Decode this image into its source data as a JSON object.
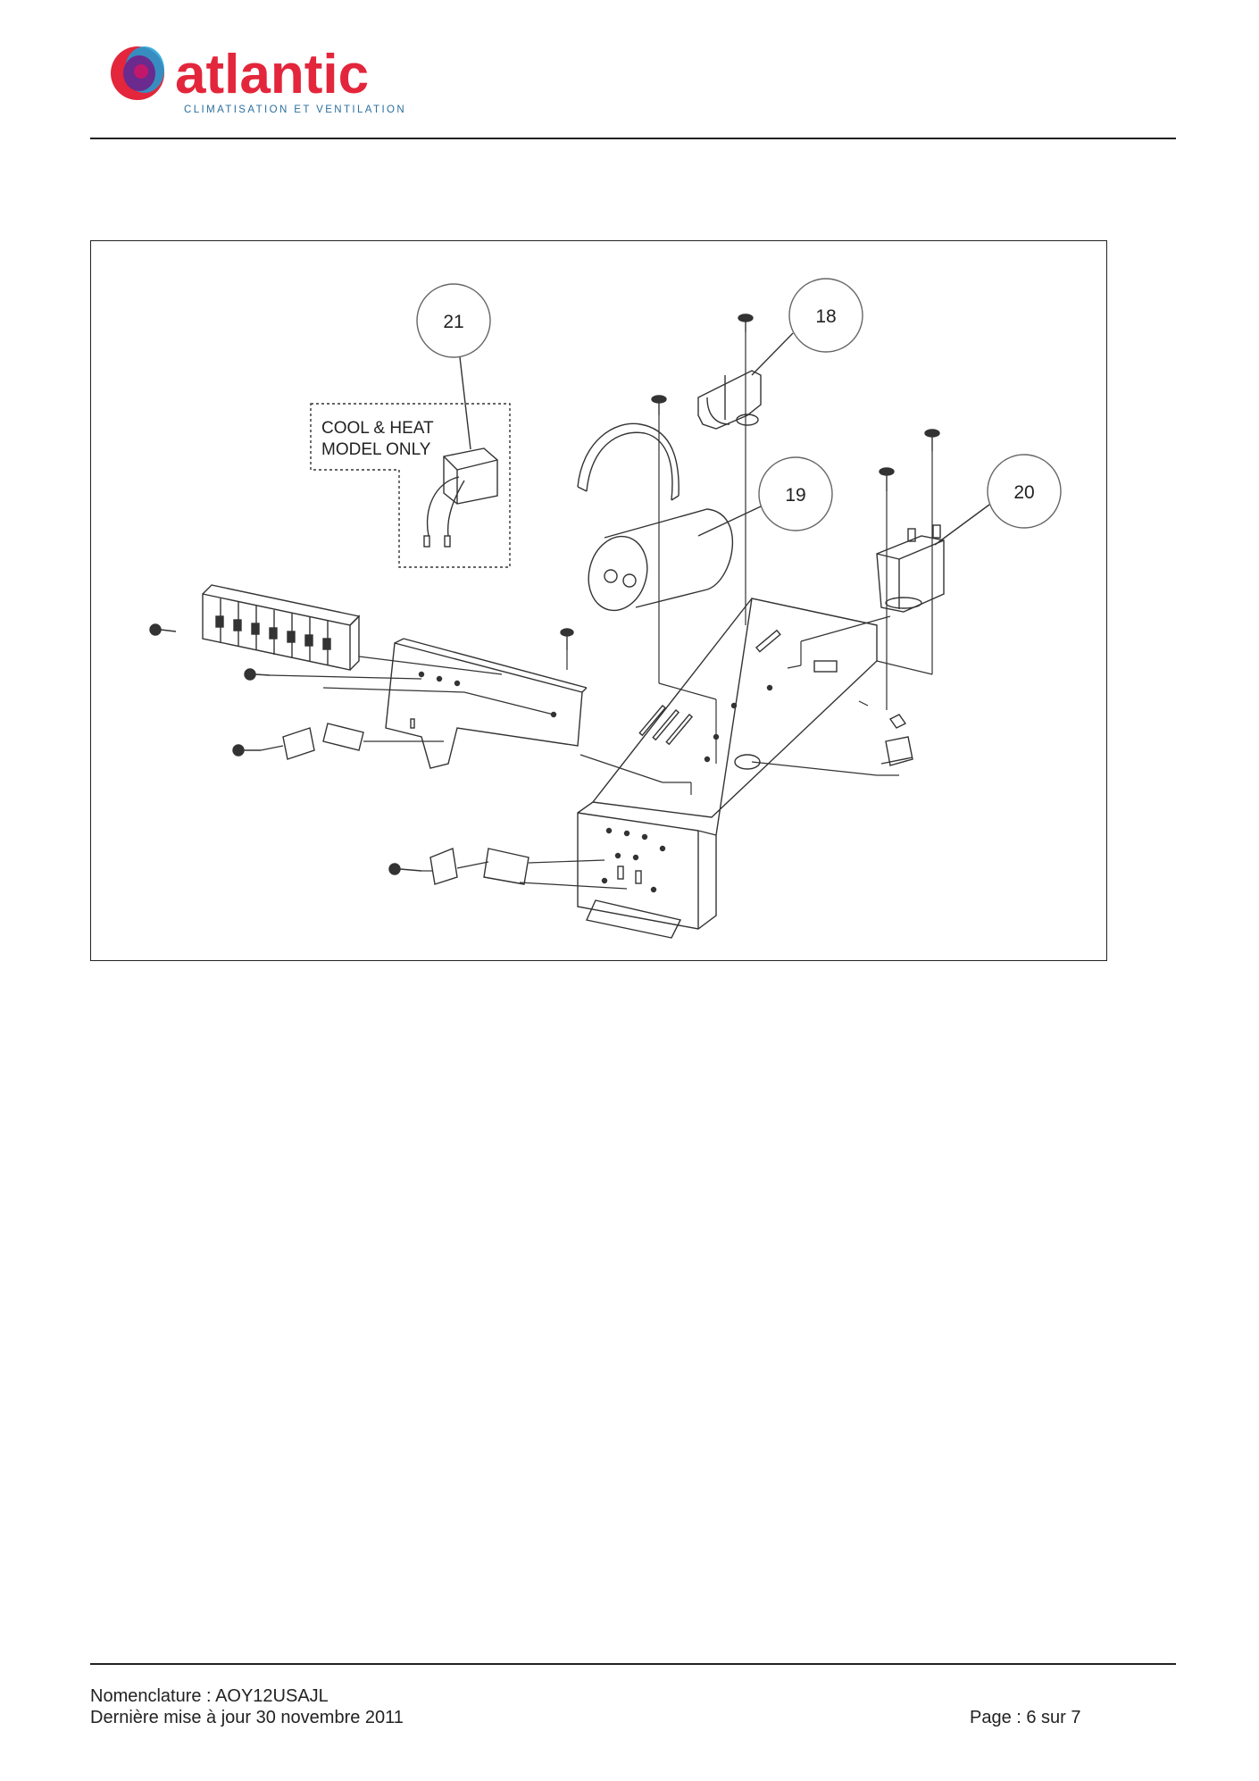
{
  "logo": {
    "brand": "atlantic",
    "tagline": "CLIMATISATION ET VENTILATION"
  },
  "diagram": {
    "callouts": [
      "21",
      "18",
      "19",
      "20"
    ],
    "note_line1": "COOL & HEAT",
    "note_line2": "MODEL ONLY"
  },
  "footer": {
    "nomenclature": "Nomenclature : AOY12USAJL",
    "updated": "Dernière mise à jour 30 novembre 2011",
    "page": "Page : 6 sur 7"
  },
  "colors": {
    "brand_red": "#e3263b",
    "brand_purple": "#6a2a8e",
    "brand_blue": "#1aa0d8",
    "tagline_blue": "#2b6f9e"
  }
}
